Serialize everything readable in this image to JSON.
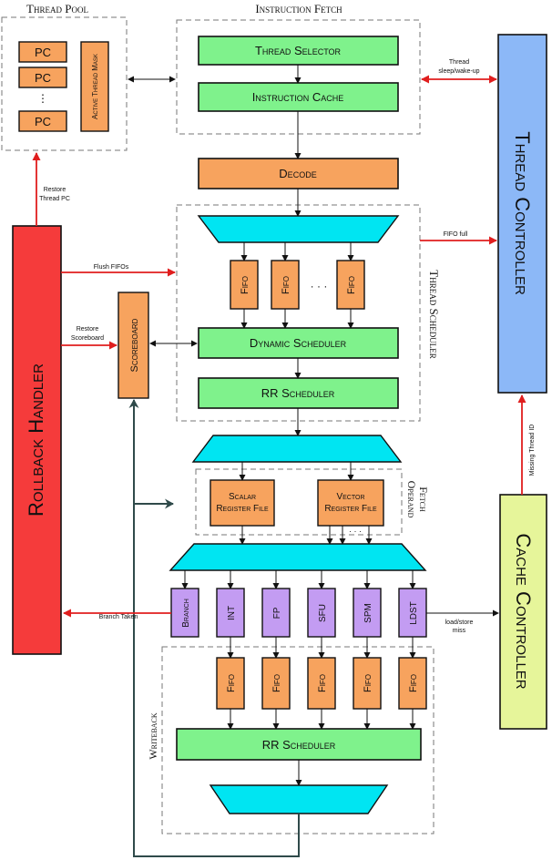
{
  "sections": {
    "thread_pool": "Thread Pool",
    "instruction_fetch": "Instruction Fetch",
    "thread_scheduler": "Thread Scheduler",
    "operand_fetch_line1": "Operand",
    "operand_fetch_line2": "Fetch",
    "writeback": "Writeback"
  },
  "blocks": {
    "pc": "PC",
    "pc_ellipsis": "⋮",
    "active_thread_mask": "Active Thread Mask",
    "thread_selector": "Thread Selector",
    "instruction_cache": "Instruction Cache",
    "decode": "Decode",
    "fifo": "Fifo",
    "fifo_ellipsis": "· · ·",
    "dynamic_scheduler": "Dynamic Scheduler",
    "rr_scheduler": "RR Scheduler",
    "scoreboard": "Scoreboard",
    "scalar_rf_line1": "Scalar",
    "scalar_rf_line2": "Register File",
    "vector_rf_line1": "Vector",
    "vector_rf_line2": "Register File",
    "vector_ellipsis": "· · ·",
    "rollback_handler": "Rollback Handler",
    "thread_controller": "Thread Controller",
    "cache_controller": "Cache Controller"
  },
  "units": [
    "Branch",
    "INT",
    "FP",
    "SFU",
    "SPM",
    "LDST"
  ],
  "labels": {
    "restore_pc_1": "Restore",
    "restore_pc_2": "Thread PC",
    "flush_fifos": "Flush FIFOs",
    "restore_sb_1": "Restore",
    "restore_sb_2": "Scoreboard",
    "thread_sleep_1": "Thread",
    "thread_sleep_2": "sleep/wake-up",
    "fifo_full": "FIFO full",
    "missing_thread_id": "Missing Thread ID",
    "branch_taken": "Branch Taken",
    "ldst_miss_1": "load/store",
    "ldst_miss_2": "miss"
  },
  "colors": {
    "green": "#7ff28c",
    "orange": "#f7a35e",
    "cyan": "#00e5f2",
    "purple": "#c39cf2",
    "red": "#f53b3b",
    "blue": "#8cb8f7",
    "lime": "#e6f59a",
    "arrow_red": "#e01e1e",
    "arrow_dark": "#2f4a4a"
  }
}
